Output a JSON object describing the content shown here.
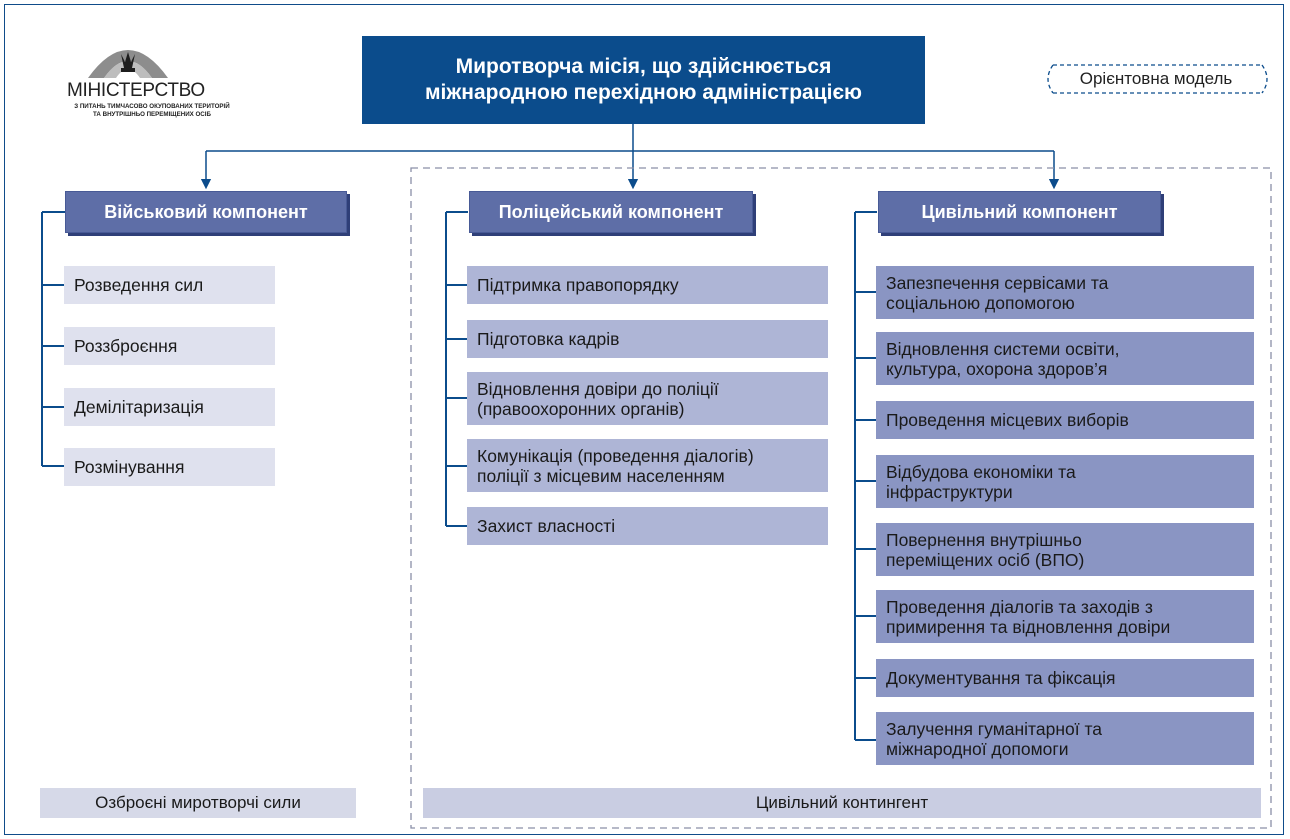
{
  "logo": {
    "main": "МІНІСТЕРСТВО",
    "sub_line1": "З ПИТАНЬ ТИМЧАСОВО ОКУПОВАНИХ ТЕРИТОРІЙ",
    "sub_line2": "ТА ВНУТРІШНЬО ПЕРЕМІЩЕНИХ ОСІБ"
  },
  "title": {
    "line1": "Миротворча місія, що здійснюється",
    "line2": "міжнародною перехідною адміністрацією"
  },
  "model_label": "Орієнтовна модель",
  "components": {
    "military": {
      "title": "Військовий компонент",
      "items": [
        "Розведення сил",
        "Роззброєння",
        "Демілітаризація",
        "Розмінування"
      ]
    },
    "police": {
      "title": "Поліцейський компонент",
      "items": [
        [
          "Підтримка правопорядку"
        ],
        [
          "Підготовка кадрів"
        ],
        [
          "Відновлення довіри до поліції",
          "(правоохоронних органів)"
        ],
        [
          "Комунікація (проведення діалогів)",
          "поліції з місцевим населенням"
        ],
        [
          "Захист власності"
        ]
      ]
    },
    "civil": {
      "title": "Цивільний компонент",
      "items": [
        [
          "Запезпечення сервісами та",
          "соціальною допомогою"
        ],
        [
          "Відновлення системи освіти,",
          "культура, охорона здоров’я"
        ],
        [
          "Проведення місцевих виборів"
        ],
        [
          "Відбудова економіки та",
          "інфраструктури"
        ],
        [
          "Повернення внутрішньо",
          "переміщених осіб (ВПО)"
        ],
        [
          "Проведення діалогів та заходів з",
          "примирення та відновлення довіри"
        ],
        [
          "Документування та фіксація"
        ],
        [
          "Залучення гуманітарної та",
          "міжнародної допомоги"
        ]
      ]
    }
  },
  "bottom": {
    "armed": "Озброєні миротворчі сили",
    "civil": "Цивільний контингент"
  },
  "colors": {
    "header_blue": "#0b4c8c",
    "component_header": "#5e6ea7",
    "military_item": "#dfe1ee",
    "police_item": "#aeb5d6",
    "civil_item": "#8a95c3"
  }
}
